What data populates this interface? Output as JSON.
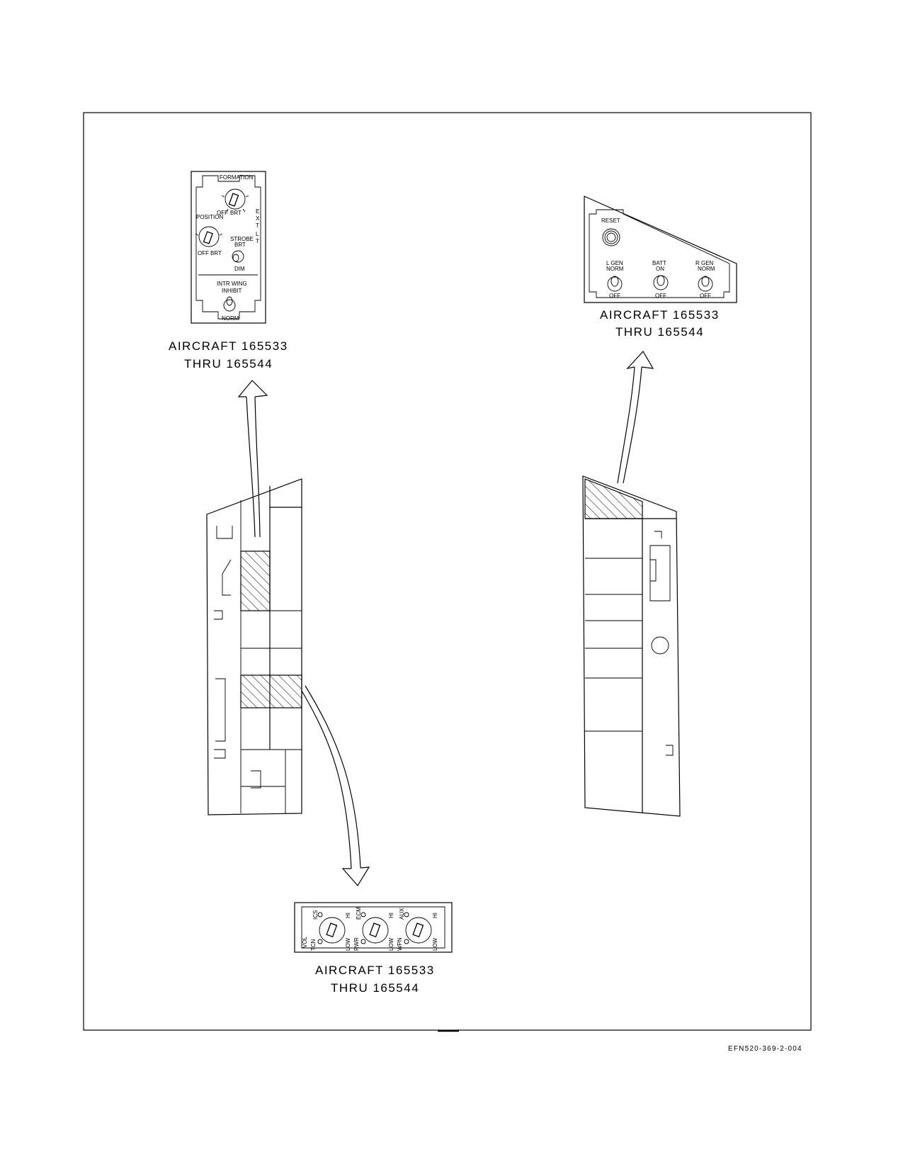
{
  "figure_id": "EFN520-369-2-004",
  "captions": {
    "lights_panel": [
      "AIRCRAFT 165533",
      "THRU 165544"
    ],
    "elec_panel": [
      "AIRCRAFT 165533",
      "THRU 165544"
    ],
    "volume_panel": [
      "AIRCRAFT 165533",
      "THRU 165544"
    ]
  },
  "lights_panel": {
    "formation": "FORMATION",
    "formation_off": "OFF",
    "formation_brt": "BRT",
    "position": "POSITION",
    "position_off": "OFF",
    "position_brt": "BRT",
    "strobe": "STROBE",
    "strobe_brt": "BRT",
    "strobe_dim": "DIM",
    "ext_lt": [
      "E",
      "X",
      "T",
      "L",
      "T"
    ],
    "intr_wing": "INTR WING",
    "inhibit": "INHIBIT",
    "norm": "NORM"
  },
  "elec_panel": {
    "reset": "RESET",
    "l_gen": "L GEN",
    "l_gen_norm": "NORM",
    "l_gen_off": "OFF",
    "batt": "BATT",
    "batt_on": "ON",
    "batt_off": "OFF",
    "r_gen": "R GEN",
    "r_gen_norm": "NORM",
    "r_gen_off": "OFF"
  },
  "volume_panel": {
    "vol": "VOL",
    "knobs": [
      {
        "top": "ICS",
        "side": "TCN",
        "low": "LOW",
        "hi": "HI"
      },
      {
        "top": "ECM",
        "side": "RWR",
        "low": "LOW",
        "hi": "HI"
      },
      {
        "top": "AUX",
        "side": "WPN",
        "low": "LOW",
        "hi": "HI"
      }
    ]
  }
}
